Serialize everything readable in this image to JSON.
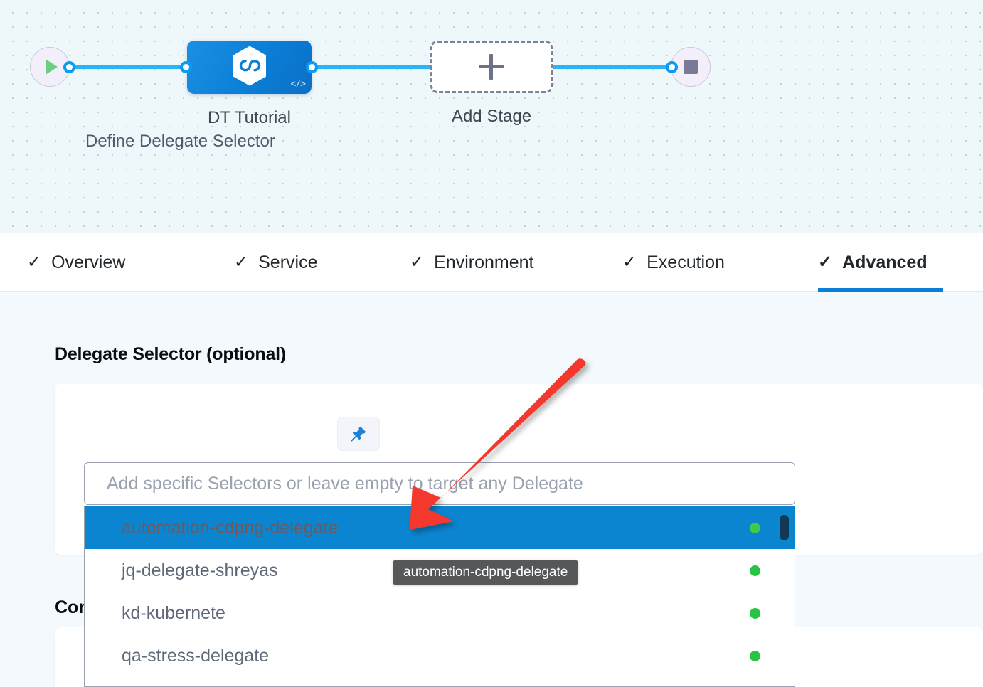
{
  "canvas": {
    "start_node": {
      "icon": "play-icon"
    },
    "stop_node": {
      "icon": "stop-icon"
    },
    "stage": {
      "label": "DT Tutorial",
      "icon": "harness-hexagon-icon",
      "code_badge": "</>"
    },
    "add_stage": {
      "label": "Add Stage",
      "icon": "plus-icon"
    }
  },
  "tabs": [
    {
      "label": "Overview",
      "icon": "check-icon",
      "active": false
    },
    {
      "label": "Service",
      "icon": "check-icon",
      "active": false
    },
    {
      "label": "Environment",
      "icon": "check-icon",
      "active": false
    },
    {
      "label": "Execution",
      "icon": "check-icon",
      "active": false
    },
    {
      "label": "Advanced",
      "icon": "check-icon",
      "active": true
    }
  ],
  "advanced": {
    "delegate_section_title": "Delegate Selector (optional)",
    "field_label": "Define Delegate Selector",
    "pin_button_icon": "pin-icon",
    "selector_input": {
      "value": "",
      "placeholder": "Add specific Selectors or leave empty to target any Delegate"
    },
    "dropdown_options": [
      {
        "label": "automation-cdpng-delegate",
        "status": "connected",
        "highlighted": true
      },
      {
        "label": "jq-delegate-shreyas",
        "status": "connected",
        "highlighted": false
      },
      {
        "label": "kd-kubernete",
        "status": "connected",
        "highlighted": false
      },
      {
        "label": "qa-stress-delegate",
        "status": "connected",
        "highlighted": false
      }
    ],
    "tooltip_text": "automation-cdpng-delegate",
    "second_section_title": "Conditional Execution"
  },
  "colors": {
    "accent_blue": "#0a7fd6",
    "highlight_blue": "#0c85d0",
    "edge_blue": "#27b5f7",
    "status_green": "#26c441",
    "annotation_red": "#f4392f",
    "canvas_bg": "#eef8fb",
    "body_bg": "#f3f9fc"
  }
}
